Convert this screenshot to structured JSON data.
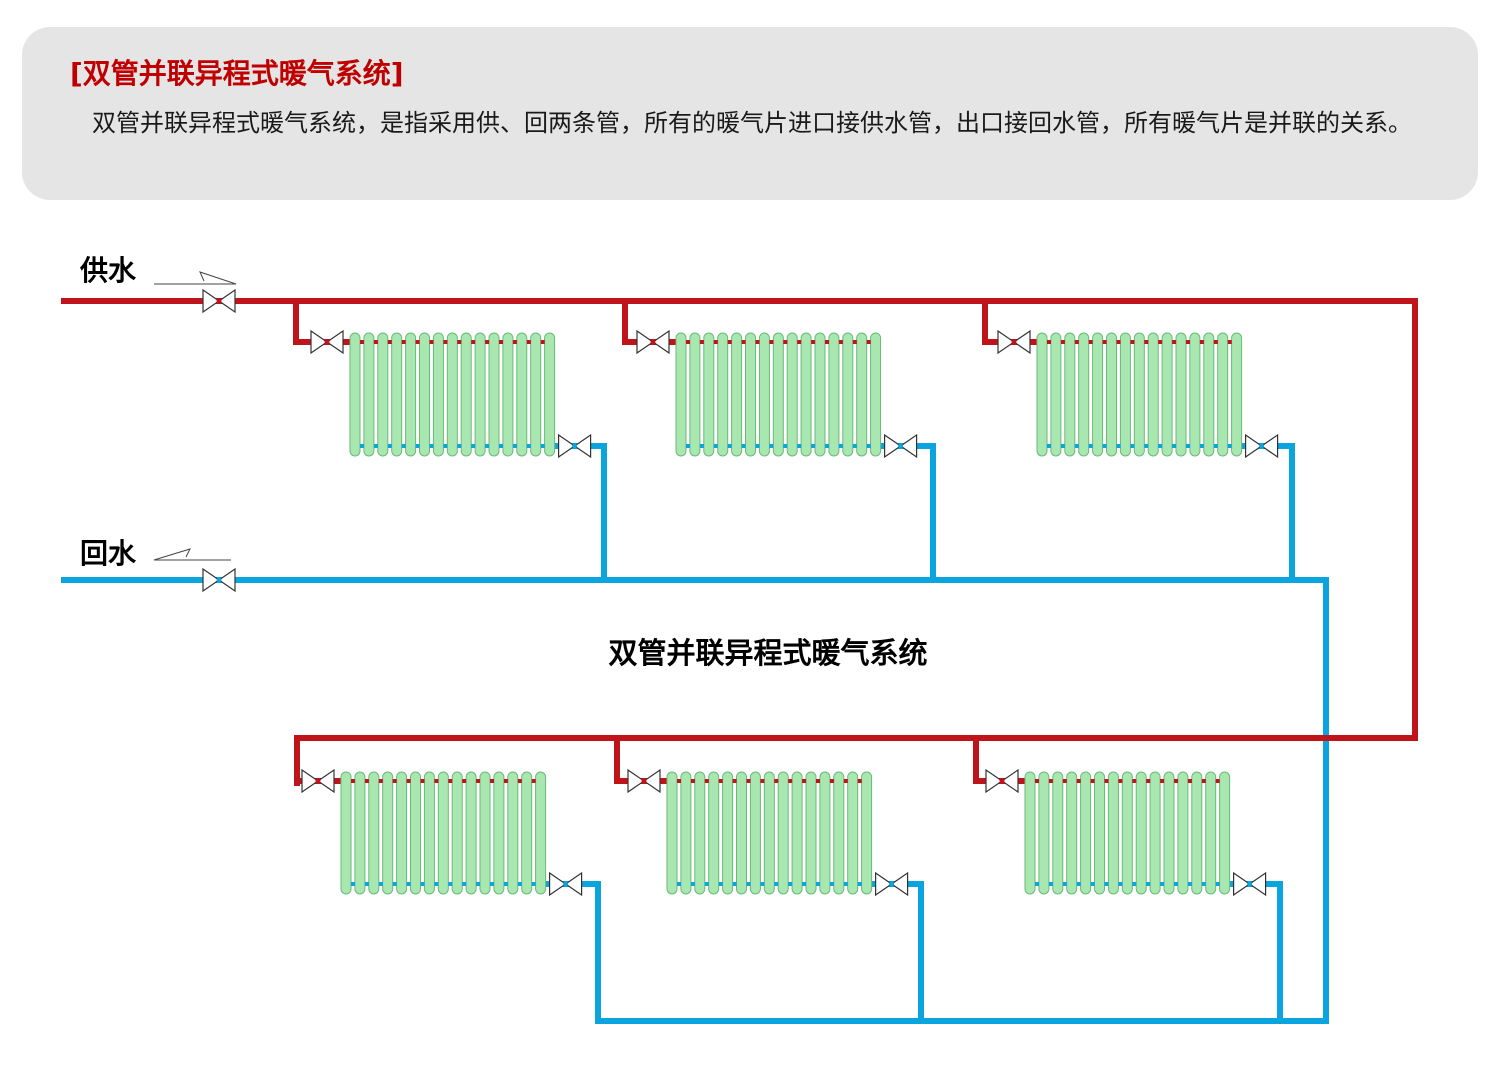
{
  "header": {
    "title": "[双管并联异程式暖气系统]",
    "description": "双管并联异程式暖气系统，是指采用供、回两条管，所有的暖气片进口接供水管，出口接回水管，所有暖气片是并联的关系。"
  },
  "diagram": {
    "supply_label": "供水",
    "return_label": "回水",
    "caption": "双管并联异程式暖气系统",
    "radiator_count": 6,
    "colors": {
      "supply_pipe": "#c0141b",
      "return_pipe": "#0aa5df",
      "radiator_fill": "#a8e8b0",
      "radiator_stroke": "#6ab97a",
      "info_box": "#e5e5e5",
      "title_text": "#c00000"
    }
  }
}
